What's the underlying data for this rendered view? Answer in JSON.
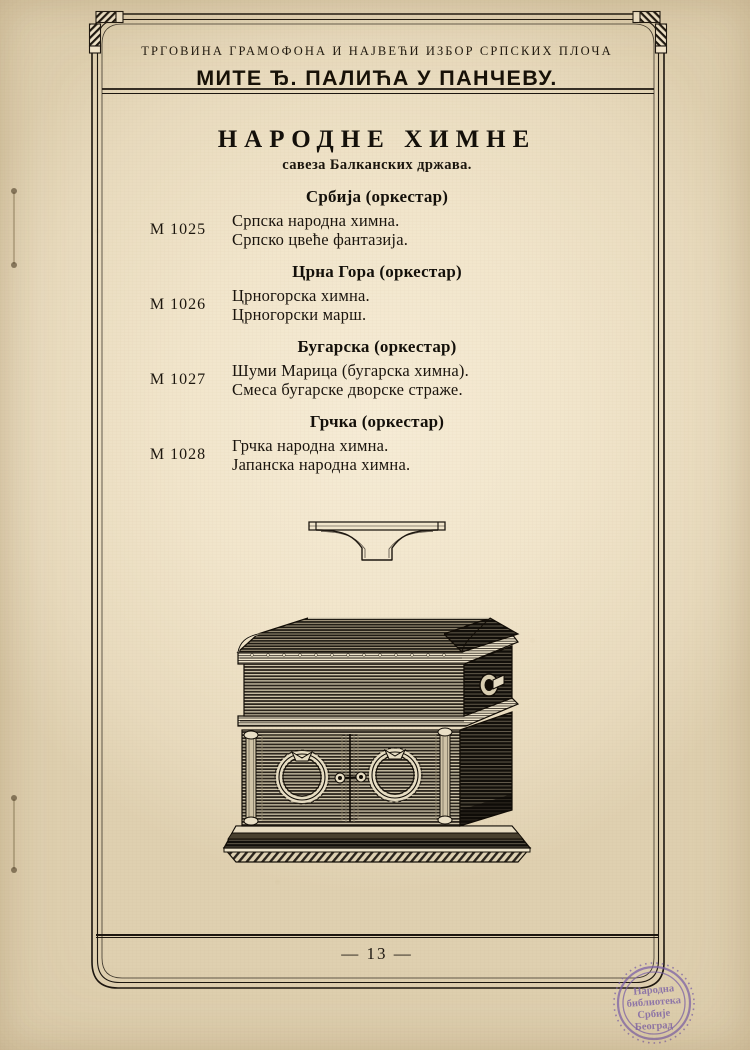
{
  "document": {
    "type": "catalog-page",
    "language": "sr-Cyrl",
    "page_number": "— 13 —"
  },
  "header": {
    "shop_line": "ТРГОВИНА ГРАМОФОНА И НАЈВЕЋИ ИЗБОР СРПСКИХ ПЛОЧА",
    "shop_name": "МИТЕ Ђ. ПАЛИЋА У ПАНЧЕВУ."
  },
  "catalog": {
    "title": "НАРОДНЕ ХИМНЕ",
    "subtitle": "савеза Балканских држава.",
    "sections": [
      {
        "heading": "Србија (оркестар)",
        "code": "М 1025",
        "tracks": [
          "Српска народна химна.",
          "Српско цвеће фантазија."
        ]
      },
      {
        "heading": "Црна Гора (оркестар)",
        "code": "М 1026",
        "tracks": [
          "Црногорска химна.",
          "Црногорски марш."
        ]
      },
      {
        "heading": "Бугарска (оркестар)",
        "code": "М 1027",
        "tracks": [
          "Шуми Марица (бугарска химна).",
          "Смеса бугарске дворске страже."
        ]
      },
      {
        "heading": "Грчка (оркестар)",
        "code": "М 1028",
        "tracks": [
          "Грчка народна химна.",
          "Јапанска народна химна."
        ]
      }
    ]
  },
  "ornament": {
    "name": "typographic-rule-ornament"
  },
  "illustration": {
    "name": "gramophone-cabinet-engraving",
    "caption": ""
  },
  "library_stamp": {
    "lines": [
      "Народна",
      "библиотека",
      "Србије",
      "Београд"
    ],
    "color": "#7a5fa8"
  },
  "colors": {
    "paper": "#f1e5cb",
    "ink": "#1c1710",
    "stamp": "#7a5fa8"
  }
}
